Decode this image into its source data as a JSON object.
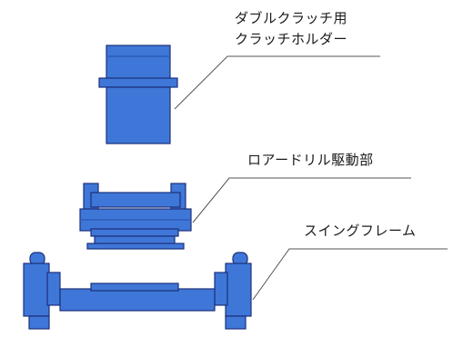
{
  "labels": {
    "holder_line1": "ダブルクラッチ用",
    "holder_line2": "クラッチホルダー",
    "drive": "ロアードリル駆動部",
    "frame": "スイングフレーム"
  },
  "colors": {
    "body": "#3f77d8",
    "shade": "#2b5cb8",
    "outline": "#1b2f7a",
    "leader": "#555555"
  }
}
